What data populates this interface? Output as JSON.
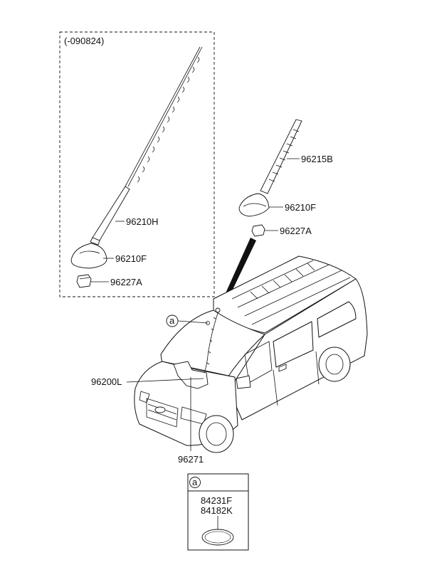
{
  "variant_note": "(-090824)",
  "callouts": {
    "antenna_rod_old": "96210H",
    "base_old": "96210F",
    "nut_old": "96227A",
    "antenna_rod_new": "96215B",
    "base_new": "96210F",
    "nut_new": "96227A",
    "cable": "96200L",
    "clip": "96271",
    "ref_a": "a"
  },
  "detail_a": {
    "marker": "a",
    "part_1": "84231F",
    "part_2": "84182K"
  }
}
